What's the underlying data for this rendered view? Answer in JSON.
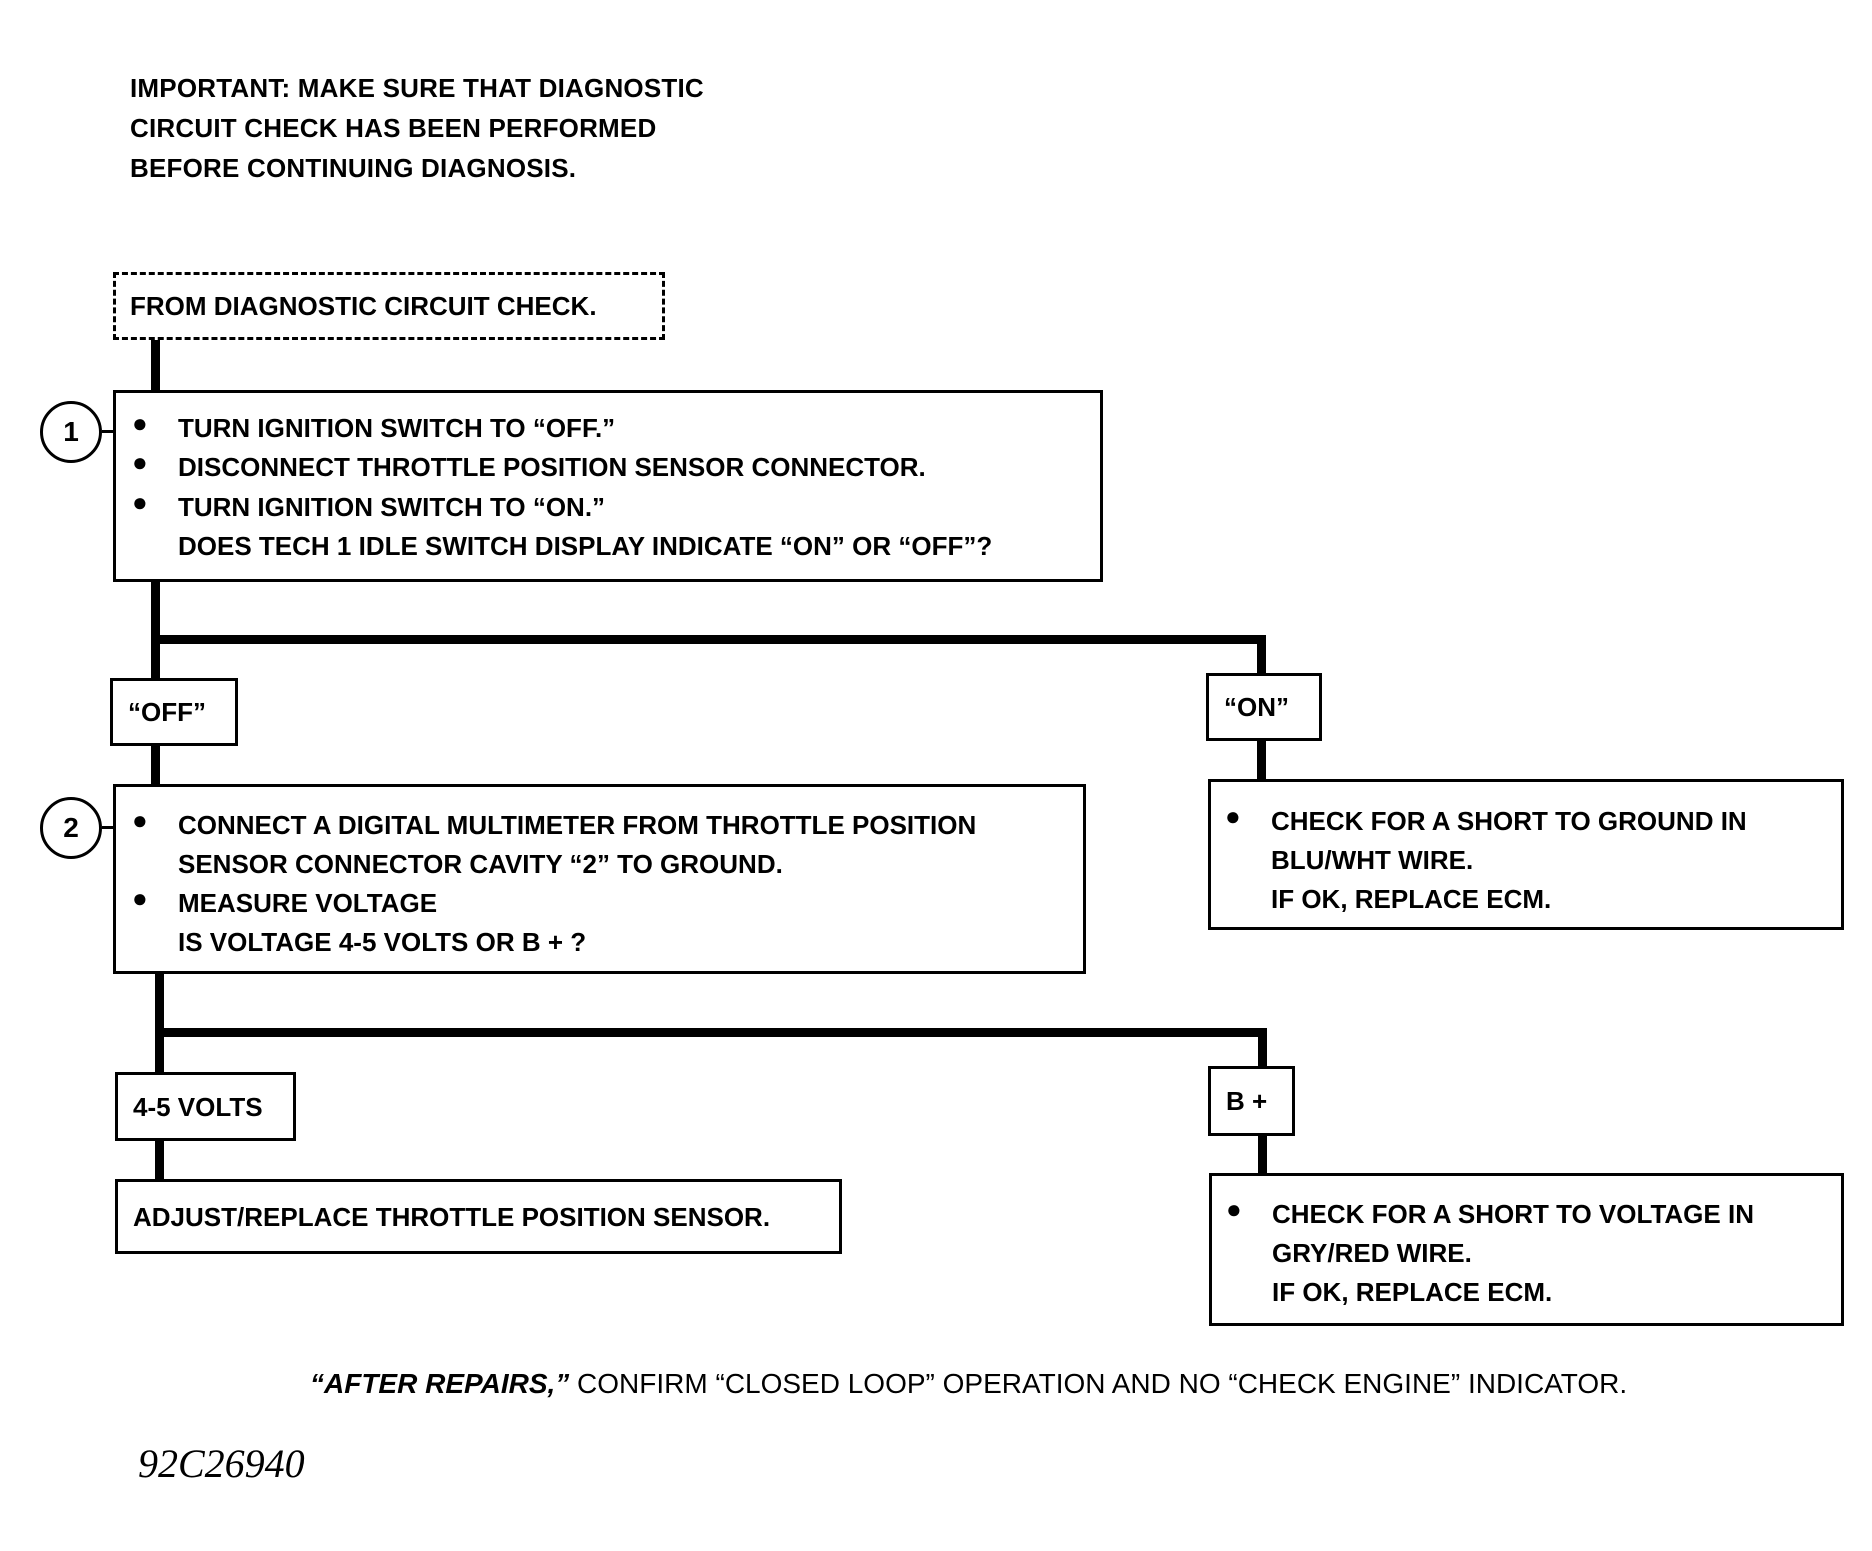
{
  "important": [
    "IMPORTANT:  MAKE SURE THAT DIAGNOSTIC",
    "CIRCUIT CHECK HAS BEEN PERFORMED",
    "BEFORE CONTINUING DIAGNOSIS."
  ],
  "start_box": "FROM DIAGNOSTIC CIRCUIT CHECK.",
  "step1": {
    "number": "1",
    "bullets": [
      "TURN IGNITION SWITCH TO “OFF.”",
      "DISCONNECT THROTTLE POSITION SENSOR CONNECTOR.",
      "TURN IGNITION SWITCH TO “ON.”"
    ],
    "question": "DOES TECH 1 IDLE SWITCH DISPLAY INDICATE “ON” OR “OFF”?"
  },
  "branch_off_label": "“OFF”",
  "branch_on_label": "“ON”",
  "on_result": {
    "bullet": "CHECK FOR A SHORT TO GROUND IN",
    "lines": [
      "BLU/WHT WIRE.",
      "IF OK, REPLACE ECM."
    ]
  },
  "step2": {
    "number": "2",
    "bullet1_lines": [
      "CONNECT A DIGITAL MULTIMETER FROM THROTTLE POSITION",
      "SENSOR CONNECTOR CAVITY “2” TO GROUND."
    ],
    "bullet2": "MEASURE VOLTAGE",
    "question": "IS VOLTAGE 4-5 VOLTS OR B + ?"
  },
  "branch_45_label": "4-5 VOLTS",
  "branch_b_label": "B +",
  "result_45": "ADJUST/REPLACE THROTTLE POSITION SENSOR.",
  "result_b": {
    "bullet": "CHECK FOR A SHORT TO VOLTAGE IN",
    "lines": [
      "GRY/RED WIRE.",
      "IF OK, REPLACE ECM."
    ]
  },
  "footer": {
    "emphasis": "“AFTER REPAIRS,”",
    "rest": " CONFIRM “CLOSED LOOP” OPERATION AND NO “CHECK ENGINE” INDICATOR."
  },
  "figure_code": "92C26940"
}
